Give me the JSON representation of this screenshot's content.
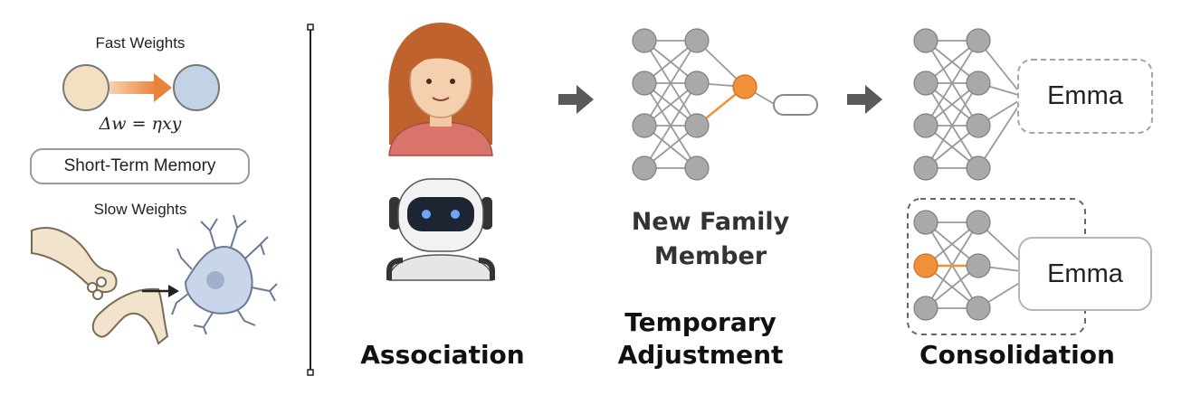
{
  "left_panel": {
    "fast_weights_label": "Fast Weights",
    "equation": "Δw = ηxy",
    "short_term_memory_label": "Short-Term Memory",
    "slow_weights_label": "Slow Weights"
  },
  "stages": {
    "association_label": "Association",
    "new_family_member_line1": "New Family",
    "new_family_member_line2": "Member",
    "temporary_adjustment_line1": "Temporary",
    "temporary_adjustment_line2": "Adjustment",
    "consolidation_label": "Consolidation",
    "emma_top": "Emma",
    "emma_bottom": "Emma"
  },
  "colors": {
    "accent_orange": "#f0913a",
    "node_gray": "#a9a9a9",
    "fast_left_node": "#f3dfc1",
    "fast_right_node": "#c3d3e6",
    "neuron_blue": "#c9d6ea",
    "synapse_tan": "#f2e4cc"
  }
}
